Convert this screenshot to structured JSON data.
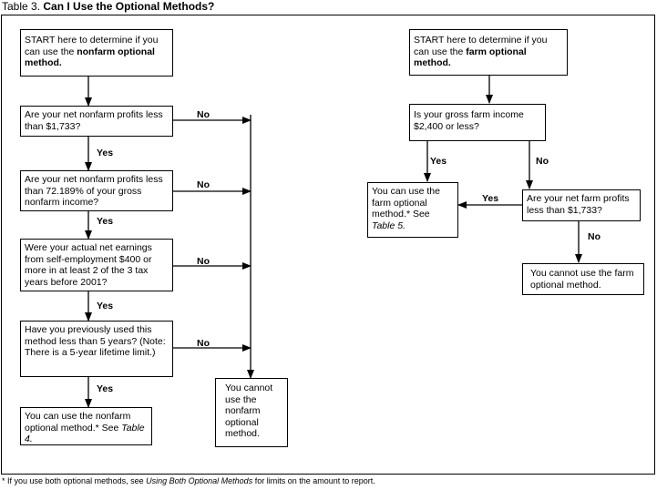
{
  "title": {
    "number": "Table 3.",
    "text": "Can I Use the Optional Methods?"
  },
  "nonfarm": {
    "start": {
      "prefix": "START here to determine if you can use the",
      "bold": "nonfarm optional method."
    },
    "q1": "Are your net nonfarm profits less than $1,733?",
    "q2": "Are your net nonfarm profits less than 72.189% of your gross nonfarm income?",
    "q3": "Were your actual net earnings from self-employment $400 or more in at least 2 of the 3 tax years before 2001?",
    "q4": "Have you previously used this method less than 5 years? (Note: There is a 5-year lifetime limit.)",
    "can_use": {
      "text": "You can use the nonfarm optional method.* See",
      "ref": "Table 4."
    },
    "cannot": "You cannot use the nonfarm optional method."
  },
  "farm": {
    "start": {
      "prefix": "START here to determine if you can use the",
      "bold": "farm optional method."
    },
    "q1": "Is your gross farm income $2,400 or less?",
    "q2": "Are your net farm profits less than $1,733?",
    "can_use": {
      "text": "You can use the farm optional method.* See",
      "ref": "Table 5."
    },
    "cannot": "You cannot use the farm optional method."
  },
  "labels": {
    "yes": "Yes",
    "no": "No"
  },
  "footnote": {
    "prefix": "* If you use both optional methods, see",
    "ref": "Using Both Optional Methods",
    "suffix": "for limits on the amount to report."
  }
}
